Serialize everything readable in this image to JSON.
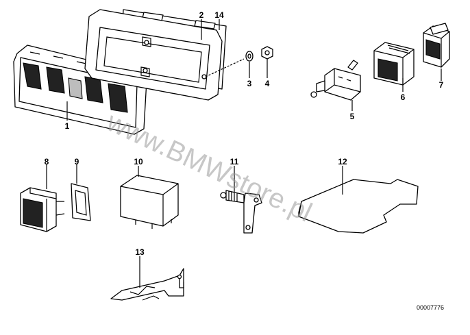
{
  "diagram": {
    "watermark": "www.BMWstore.pl",
    "reference_number": "00007776",
    "part_labels": [
      "1",
      "2",
      "3",
      "4",
      "5",
      "6",
      "7",
      "8",
      "9",
      "10",
      "11",
      "12",
      "13",
      "14"
    ]
  }
}
